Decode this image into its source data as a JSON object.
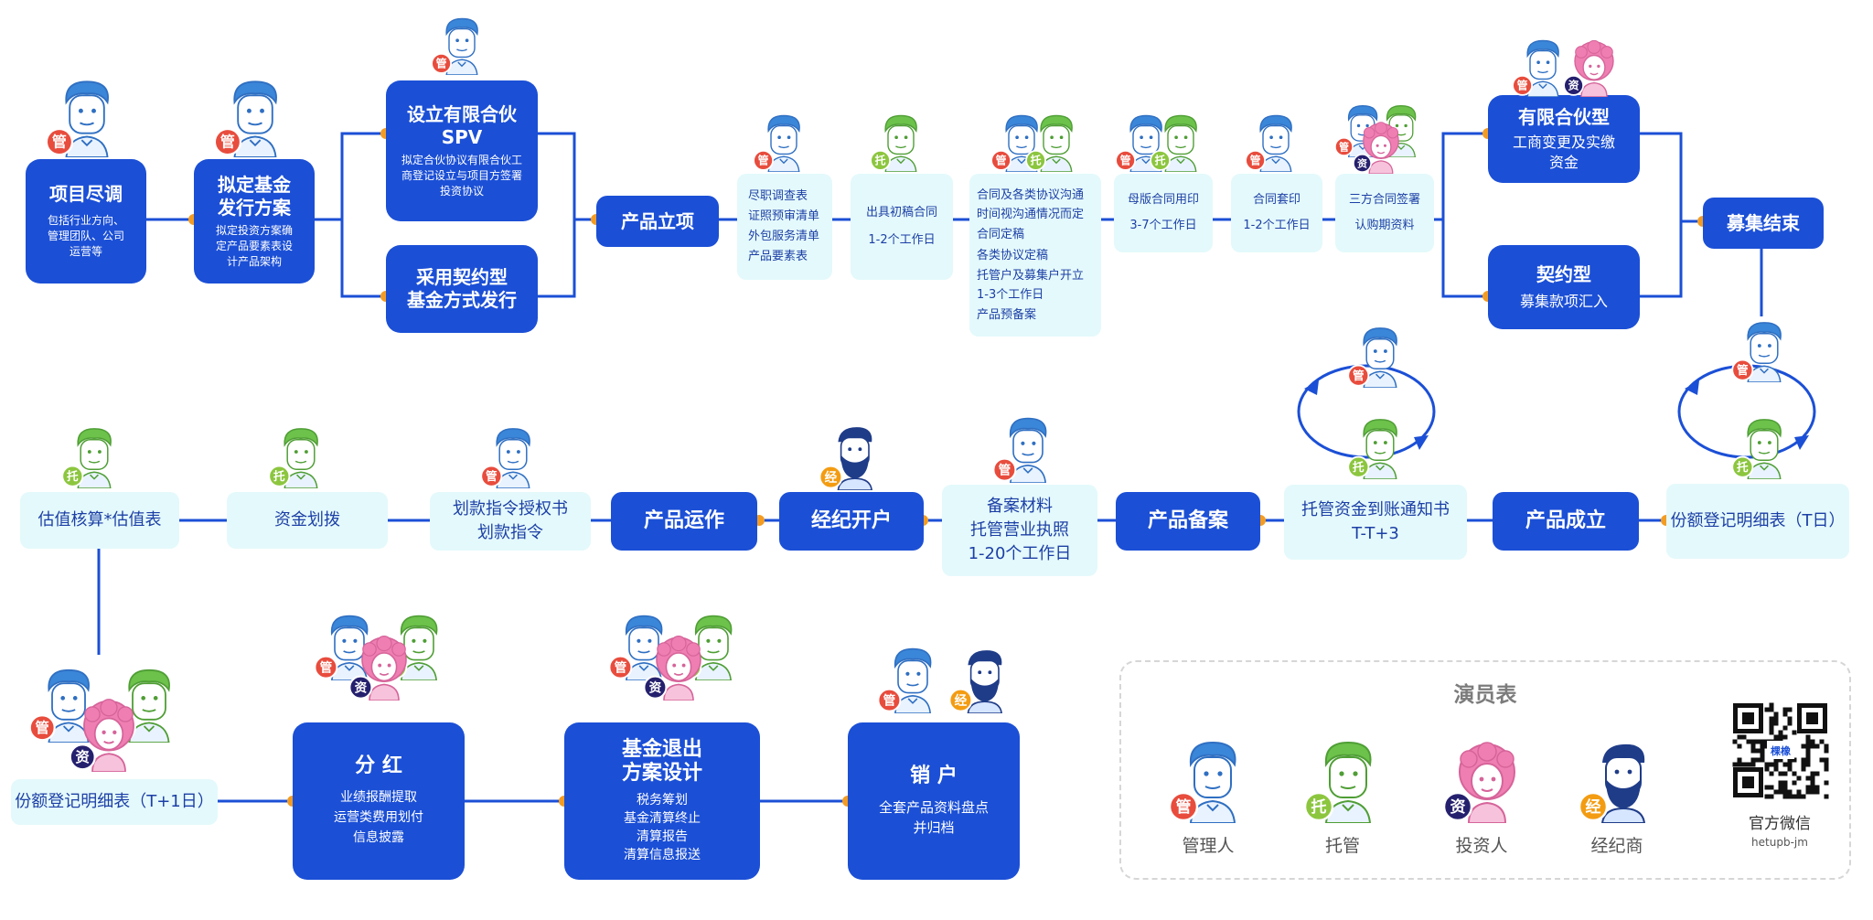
{
  "colors": {
    "dark_box": "#1b4fd6",
    "light_box": "#e4f9fb",
    "line": "#1b4fd6",
    "node_dot": "#f39c24",
    "manager": "#e84c3d",
    "custodian": "#8cc63f",
    "investor": "#25206e",
    "broker": "#f39c12"
  },
  "nodes": {
    "due_diligence": {
      "title": "项目尽调",
      "sub": [
        "包括行业方向、",
        "管理团队、公司",
        "运营等"
      ]
    },
    "issuance_plan": {
      "title": [
        "拟定基金",
        "发行方案"
      ],
      "sub": [
        "拟定投资方案确",
        "定产品要素表设",
        "计产品架构"
      ]
    },
    "spv": {
      "title": [
        "设立有限合伙",
        "SPV"
      ],
      "sub": [
        "拟定合伙协议有限合伙工",
        "商登记设立与项目方签署",
        "投资协议"
      ]
    },
    "contract_issue": {
      "title": [
        "采用契约型",
        "基金方式发行"
      ]
    },
    "product_setup": {
      "title": "产品立项"
    },
    "dd_list": {
      "lines": [
        "尽职调查表",
        "证照预审清单",
        "外包服务清单",
        "产品要素表"
      ]
    },
    "draft_contract": {
      "lines": [
        "出具初稿合同",
        "1-2个工作日"
      ]
    },
    "contract_negotiation": {
      "lines": [
        "合同及各类协议沟通",
        "时间视沟通情况而定",
        "合同定稿",
        "各类协议定稿",
        "托管户及募集户开立",
        "1-3个工作日",
        "产品预备案"
      ]
    },
    "master_print": {
      "lines": [
        "母版合同用印",
        "3-7个工作日"
      ]
    },
    "contract_seal": {
      "lines": [
        "合同套印",
        "1-2个工作日"
      ]
    },
    "tripartite_sign": {
      "lines": [
        "三方合同签署",
        "认购期资料"
      ]
    },
    "lp_type": {
      "title": "有限合伙型",
      "sub": [
        "工商变更及实缴",
        "资金"
      ]
    },
    "contract_type": {
      "title": "契约型",
      "sub": [
        "募集款项汇入"
      ]
    },
    "raise_end": {
      "title": "募集结束"
    },
    "share_reg_t": {
      "lines": [
        "份额登记明细表（T日）"
      ]
    },
    "product_established": {
      "title": "产品成立"
    },
    "custody_notice": {
      "lines": [
        "托管资金到账通知书",
        "T-T+3"
      ]
    },
    "product_filing": {
      "title": "产品备案"
    },
    "filing_materials": {
      "lines": [
        "备案材料",
        "托管营业执照",
        "1-20个工作日"
      ]
    },
    "brokerage_account": {
      "title": "经纪开户"
    },
    "product_operation": {
      "title": "产品运作"
    },
    "transfer_instruction": {
      "lines": [
        "划款指令授权书",
        "划款指令"
      ]
    },
    "fund_transfer": {
      "lines": [
        "资金划拨"
      ]
    },
    "valuation": {
      "lines": [
        "估值核算*估值表"
      ]
    },
    "share_reg_t1": {
      "lines": [
        "份额登记明细表（T+1日）"
      ]
    },
    "dividend": {
      "title": "分 红",
      "sub": [
        "业绩报酬提取",
        "运营类费用划付",
        "信息披露"
      ]
    },
    "exit_plan": {
      "title": [
        "基金退出",
        "方案设计"
      ],
      "sub": [
        "税务筹划",
        "基金清算终止",
        "清算报告",
        "清算信息报送"
      ]
    },
    "deregistration": {
      "title": "销 户",
      "sub": [
        "全套产品资料盘点",
        "并归档"
      ]
    }
  },
  "badges": {
    "manager": "管",
    "custodian": "托",
    "investor": "资",
    "broker": "经"
  },
  "cast": {
    "title": "演员表",
    "members": [
      {
        "role": "manager",
        "label": "管理人"
      },
      {
        "role": "custodian",
        "label": "托管"
      },
      {
        "role": "investor",
        "label": "投资人"
      },
      {
        "role": "broker",
        "label": "经纪商"
      }
    ],
    "wechat_label": "官方微信",
    "wechat_id": "hetupb-jm",
    "qr_logo_text": "棵橡"
  }
}
